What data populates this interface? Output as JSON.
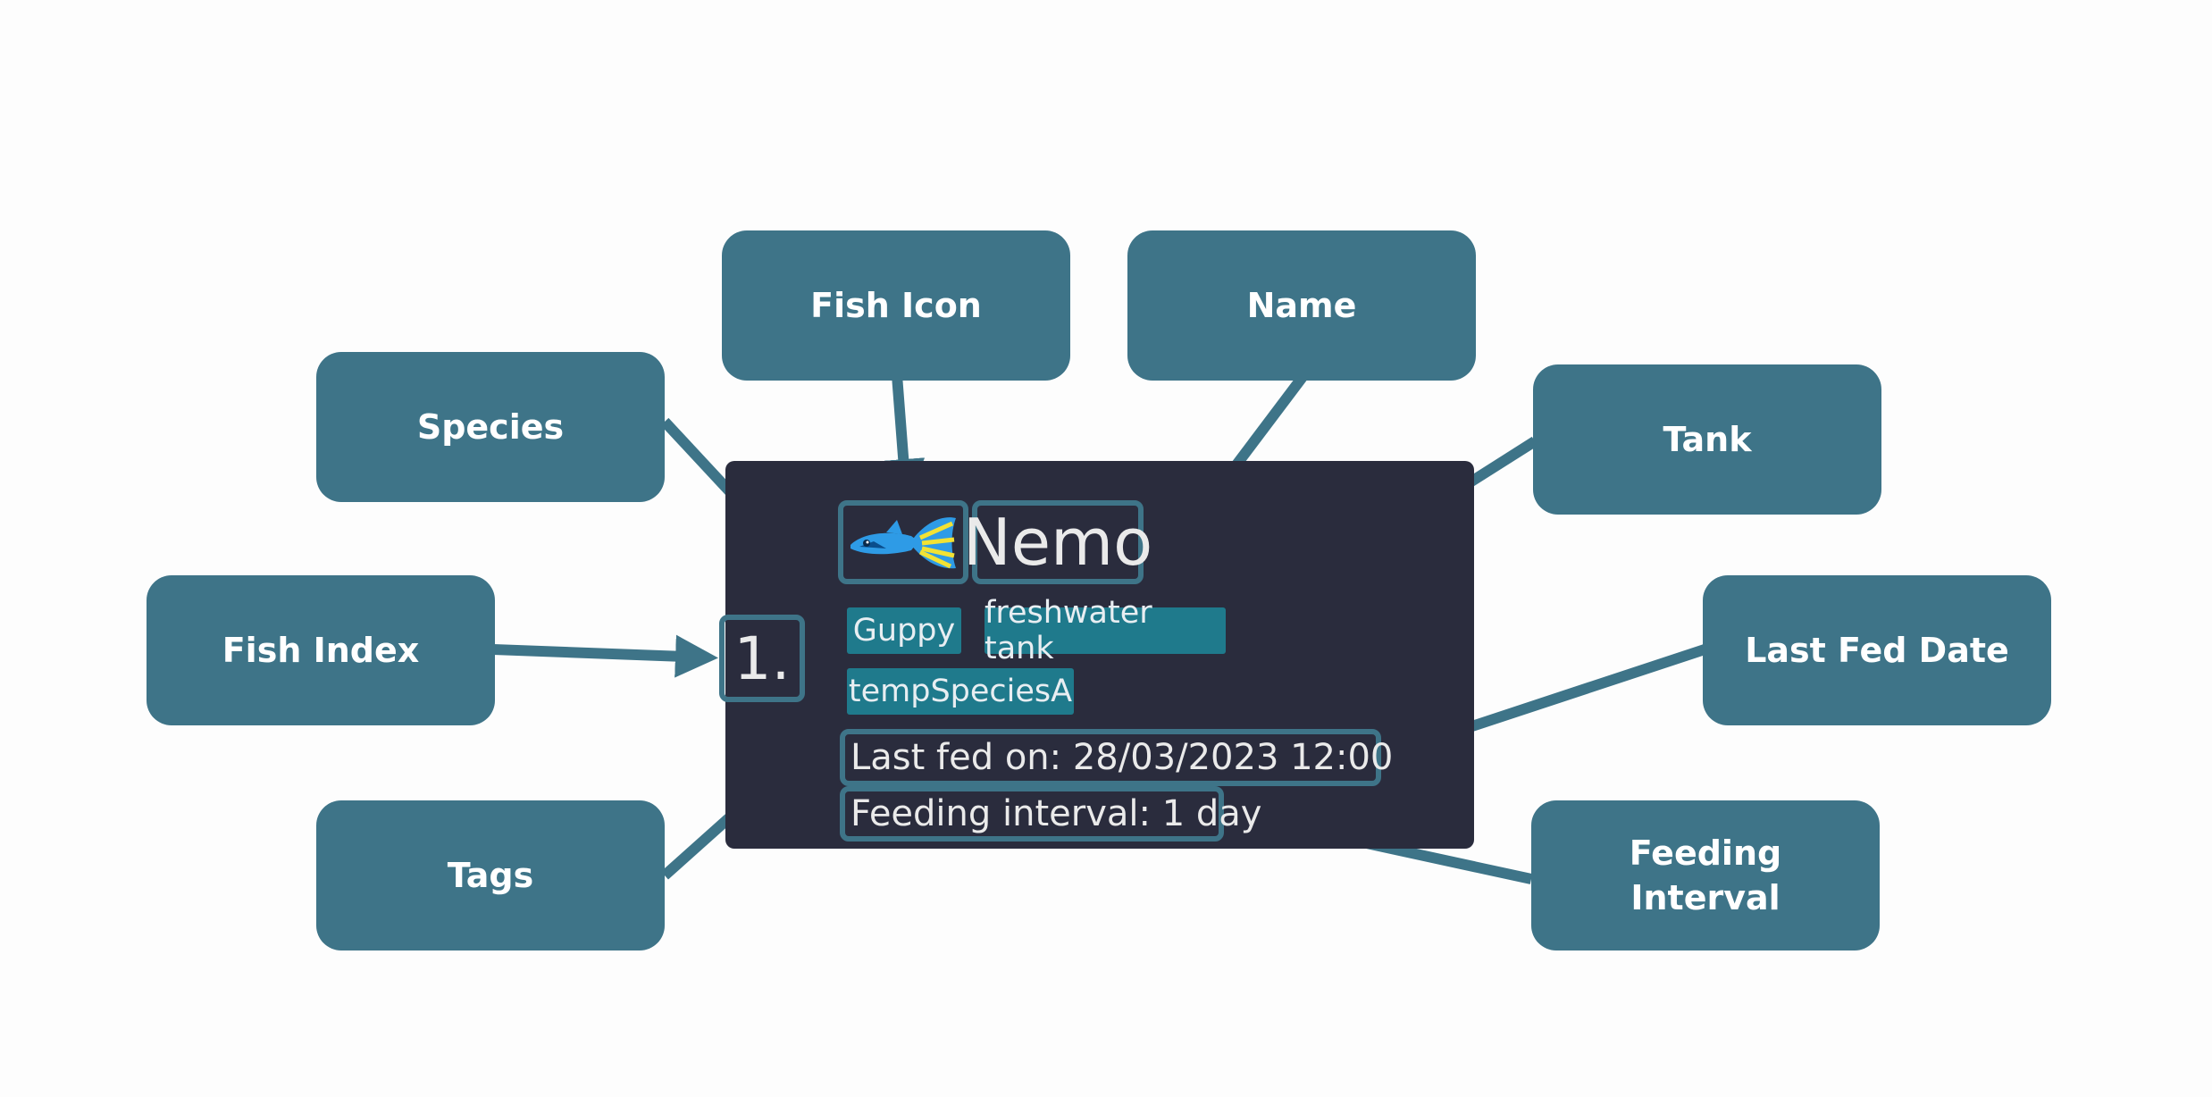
{
  "labels": {
    "fish_icon": "Fish Icon",
    "name": "Name",
    "species": "Species",
    "tank": "Tank",
    "fish_index": "Fish Index",
    "last_fed_date": "Last Fed Date",
    "tags": "Tags",
    "feeding_interval": "Feeding Interval"
  },
  "card": {
    "index": "1.",
    "name": "Nemo",
    "icon": "guppy-fish-icon",
    "species_chip": "Guppy",
    "tank_chip": "freshwater tank",
    "tag_chip": "tempSpeciesA",
    "last_fed": "Last fed on: 28/03/2023 12:00",
    "feeding_interval": "Feeding interval: 1 day"
  },
  "colors": {
    "label_fill": "#3e7488",
    "card_background": "#2a2c3d",
    "chip_fill": "#1f7a8c",
    "text_light": "#eaeaea"
  }
}
